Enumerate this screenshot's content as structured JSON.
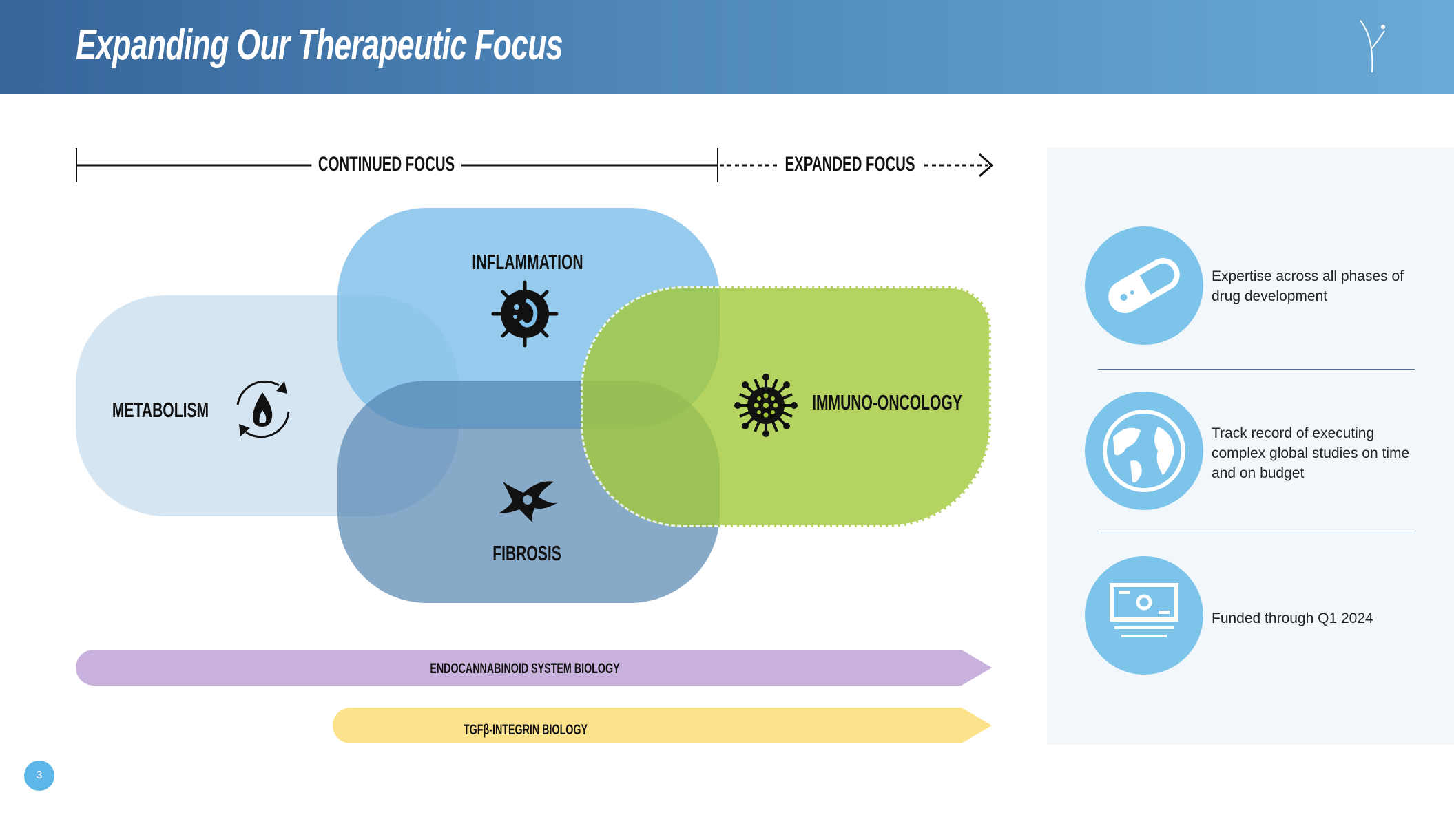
{
  "header": {
    "title": "Expanding Our Therapeutic Focus",
    "logo": "figure-logo-icon"
  },
  "timeline": {
    "continued_label": "CONTINUED FOCUS",
    "expanded_label": "EXPANDED FOCUS"
  },
  "areas": {
    "metabolism": {
      "label": "METABOLISM",
      "icon": "metabolism-flame-cycle-icon",
      "color": "#cfe1f0"
    },
    "inflammation": {
      "label": "INFLAMMATION",
      "icon": "inflammation-cell-icon",
      "color": "#7fc0ea"
    },
    "fibrosis": {
      "label": "FIBROSIS",
      "icon": "fibroblast-cell-icon",
      "color": "#5f8db8"
    },
    "immuno_oncology": {
      "label": "IMMUNO-ONCOLOGY",
      "icon": "virus-icon",
      "color": "#a7cb3f"
    }
  },
  "bars": [
    {
      "label": "ENDOCANNABINOID SYSTEM BIOLOGY",
      "color": "#c8b1dc"
    },
    {
      "label": "TGFβ-INTEGRIN BIOLOGY",
      "color": "#fde28c"
    }
  ],
  "panel": {
    "items": [
      {
        "icon": "capsule-icon",
        "text": "Expertise across all phases of drug development"
      },
      {
        "icon": "globe-icon",
        "text": "Track record of executing complex global studies on time and on budget"
      },
      {
        "icon": "money-icon",
        "text": "Funded through Q1 2024"
      }
    ]
  },
  "page_number": "3"
}
